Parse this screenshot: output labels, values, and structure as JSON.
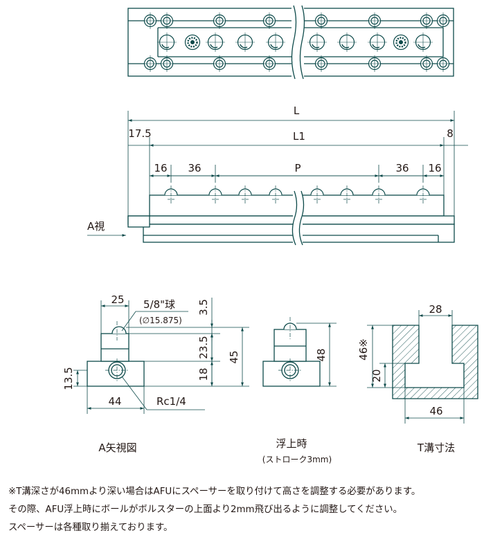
{
  "side_view": {
    "dim_overall": "L",
    "dim_pitch_length": "L1",
    "dim_left_offset": "17.5",
    "dim_right_offset": "8",
    "dim_end_left": "16",
    "dim_first_pitch_left": "36",
    "dim_pitch": "P",
    "dim_first_pitch_right": "36",
    "dim_end_right": "16",
    "view_arrow_label": "A視"
  },
  "view_a": {
    "dim_ball_span": "25",
    "ball_size": "5/8\"球",
    "ball_diameter": "(∅15.875)",
    "dim_ball_protrusion": "3.5",
    "dim_body_upper": "23.5",
    "dim_total_height": "45",
    "dim_base_height": "18",
    "dim_port_center": "13.5",
    "dim_base_width": "44",
    "port_thread": "Rc1/4",
    "caption": "A矢視図"
  },
  "floating_view": {
    "dim_height": "48",
    "caption": "浮上時",
    "sub_caption": "(ストローク3mm)"
  },
  "slot_view": {
    "dim_slot_width": "28",
    "dim_slot_depth": "46※",
    "dim_lip_depth": "20",
    "dim_slot_bottom_width": "46",
    "caption": "T溝寸法"
  },
  "notes": [
    "※T溝深さが46mmより深い場合はAFUにスペーサーを取り付けて高さを調整する必要があります。",
    "その際、AFU浮上時にボールがボルスターの上面より2mm飛び出るように調整してください。",
    "スペーサーは各種取り揃えております。"
  ]
}
